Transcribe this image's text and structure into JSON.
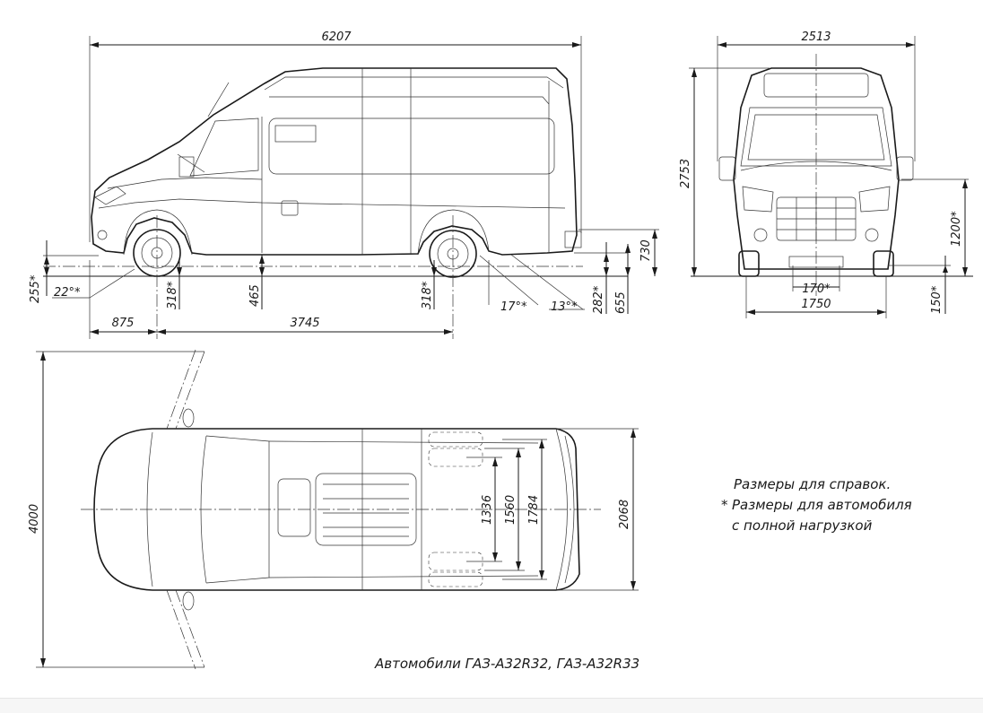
{
  "side_view": {
    "overall_length": "6207",
    "front_overhang": "875",
    "wheelbase": "3745",
    "approach_clearance": "255*",
    "approach_angle": "22°*",
    "front_axle_clearance": "318*",
    "mid_clearance": "465",
    "rear_axle_clearance": "318*",
    "ramp_angle": "17°*",
    "departure_angle": "13°*",
    "rear_clearance": "282*",
    "floor_height_loaded": "655",
    "floor_height": "730"
  },
  "front_view": {
    "overall_width": "2513",
    "overall_height": "2753",
    "track_width": "1750",
    "ground_clearance_front": "170*",
    "mirror_height": "1200*",
    "lower_clearance": "150*"
  },
  "top_view": {
    "turning_width": "4000",
    "cargo_width_1": "1336",
    "cargo_width_2": "1560",
    "cargo_width_3": "1784",
    "body_width": "2068"
  },
  "notes": {
    "line1": "Размеры для справок.",
    "star": "*",
    "line2": "Размеры для автомобиля",
    "line3": "с полной нагрузкой"
  },
  "caption": "Автомобили ГАЗ-А32R32, ГАЗ-А32R33"
}
